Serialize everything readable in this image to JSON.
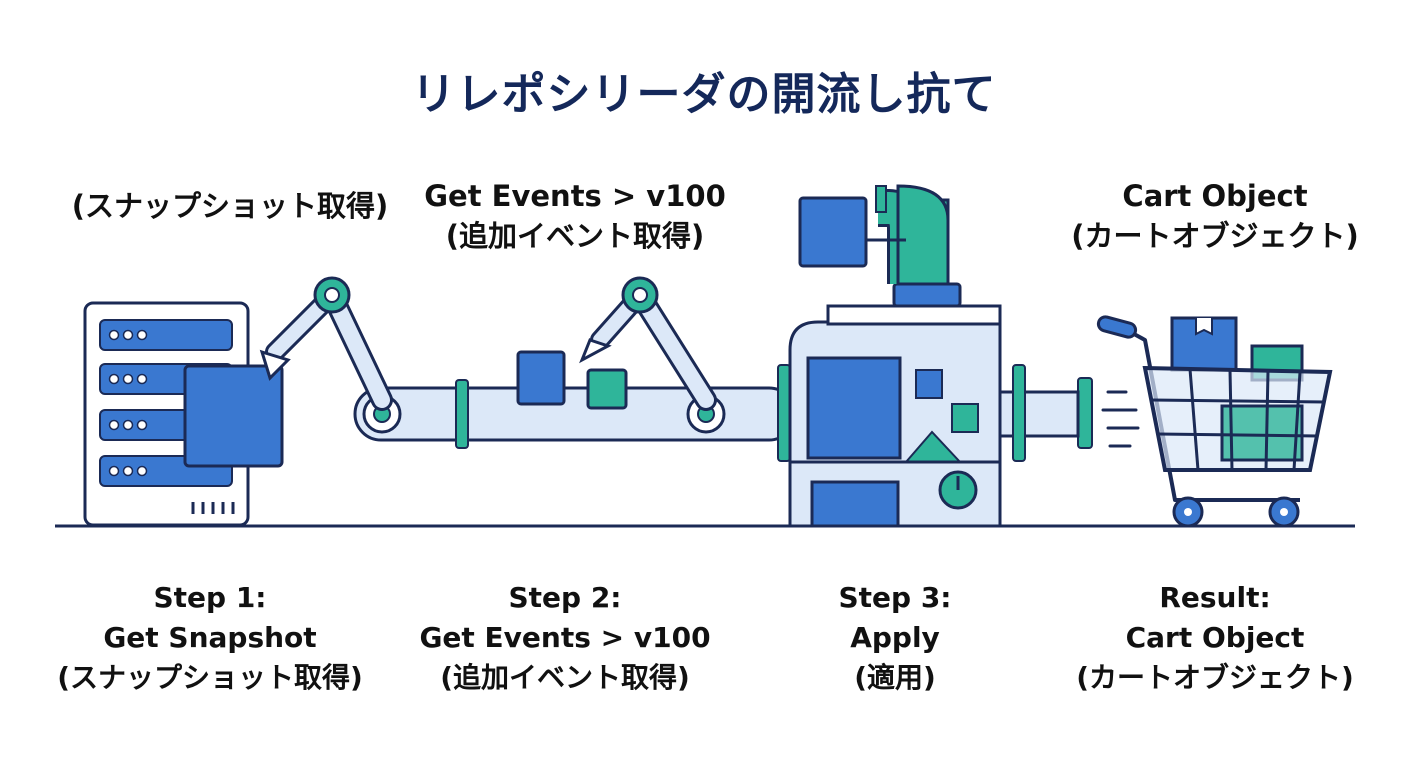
{
  "title": "リレポシリーダの開流し抗て",
  "colors": {
    "navy": "#14285a",
    "blue": "#3a78d0",
    "light_blue": "#dce8f8",
    "teal": "#2fb59a",
    "outline": "#1b2a55"
  },
  "top_labels": {
    "snapshot": "(スナップショット取得)",
    "events_line1": "Get Events > v100",
    "events_line2": "(追加イベント取得)",
    "result_line1": "Cart Object",
    "result_line2": "(カートオブジェクト)"
  },
  "steps": [
    {
      "line1": "Step 1:",
      "line2": "Get Snapshot",
      "line3": "(スナップショット取得)"
    },
    {
      "line1": "Step 2:",
      "line2": "Get Events > v100",
      "line3": "(追加イベント取得)"
    },
    {
      "line1": "Step 3:",
      "line2": "Apply",
      "line3": "(適用)"
    },
    {
      "line1": "Result:",
      "line2": "Cart Object",
      "line3": "(カートオブジェクト)"
    }
  ],
  "icons": [
    "server-icon",
    "robot-arm-icon",
    "conveyor-icon",
    "processing-machine-icon",
    "shopping-cart-icon"
  ]
}
